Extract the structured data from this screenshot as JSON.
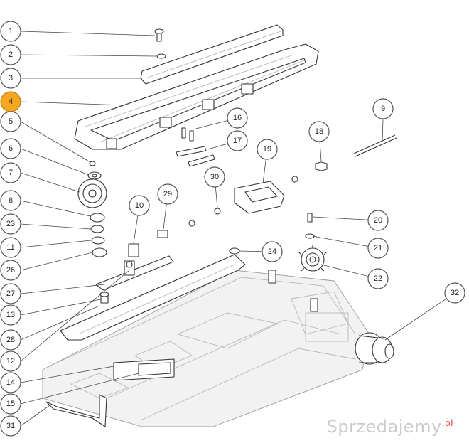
{
  "diagram": {
    "active_callout": "4",
    "active_color": "#f5a623",
    "callouts": [
      "1",
      "2",
      "3",
      "4",
      "5",
      "6",
      "7",
      "8",
      "23",
      "11",
      "26",
      "27",
      "13",
      "28",
      "12",
      "14",
      "15",
      "31",
      "9",
      "16",
      "17",
      "18",
      "19",
      "30",
      "10",
      "29",
      "20",
      "21",
      "24",
      "22",
      "32"
    ]
  },
  "watermark": {
    "text": "Sprzedajemy",
    "suffix": ".pl"
  }
}
